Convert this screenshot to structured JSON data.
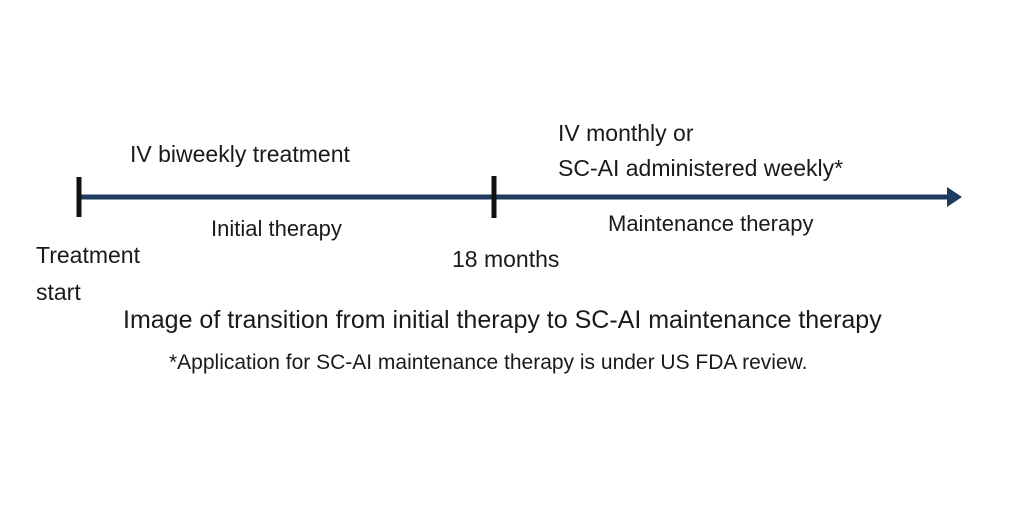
{
  "colors": {
    "timeline": "#1f3a5f",
    "text": "#1a1a1a",
    "background": "#ffffff"
  },
  "labels": {
    "phase1_regimen": "IV biweekly treatment",
    "phase1_name": "Initial therapy",
    "phase2_regimen_line1": "IV monthly or",
    "phase2_regimen_line2": "SC-AI administered weekly*",
    "phase2_name": "Maintenance therapy",
    "start_line1": "Treatment",
    "start_line2": "start",
    "milestone": "18 months"
  },
  "caption": "Image of transition from initial therapy to SC-AI maintenance therapy",
  "footnote": "*Application for SC-AI maintenance therapy is under US FDA review."
}
